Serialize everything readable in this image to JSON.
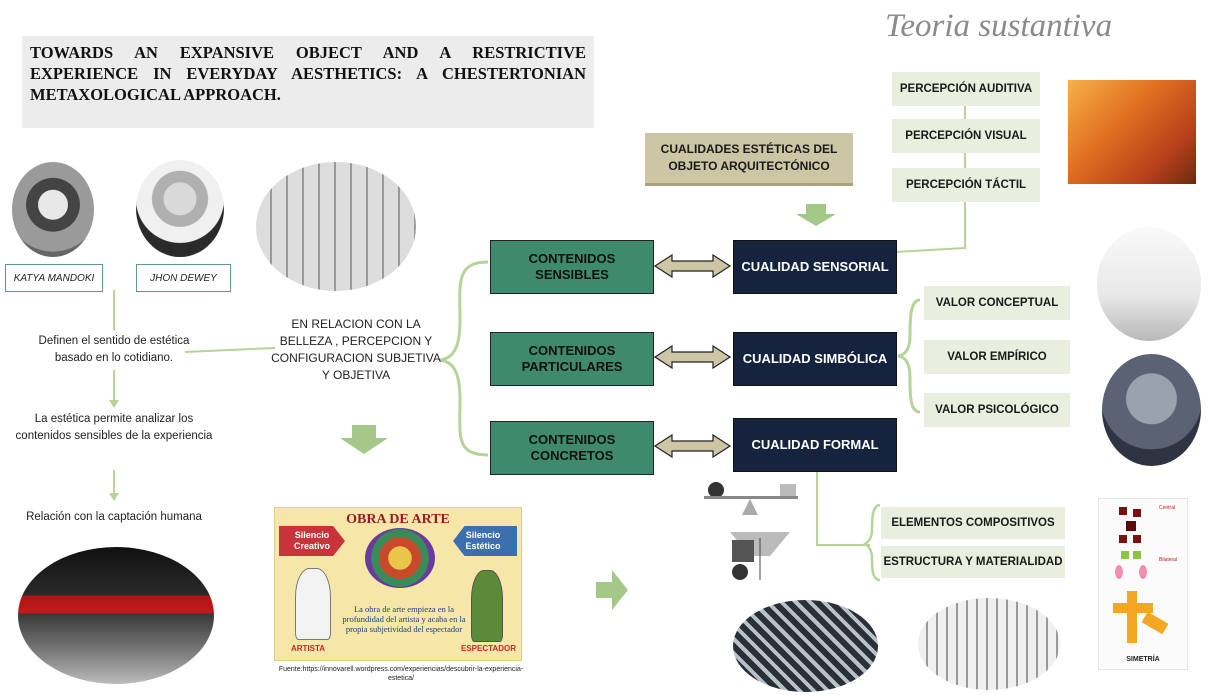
{
  "title": "TOWARDS AN EXPANSIVE OBJECT AND A RESTRICTIVE EXPERIENCE IN EVERYDAY AESTHETICS: A CHESTERTONIAN METAXOLOGICAL APPROACH.",
  "subtitle": "Teoria sustantiva",
  "authors": {
    "left": "KATYA MANDOKI",
    "right": "JHON DEWEY"
  },
  "left_flow": {
    "step1": "Definen el sentido de estética basado en lo cotidiano.",
    "step2": "La estética permite analizar los contenidos sensibles de la experiencia",
    "step3": "Relación con la captación humana"
  },
  "center_text": "EN RELACION CON LA BELLEZA , PERCEPCION Y CONFIGURACION SUBJETIVA Y OBJETIVA",
  "artwork": {
    "title": "OBRA DE ARTE",
    "left_arrow": "Silencio Creativo",
    "right_arrow": "Silencio Estético",
    "caption": "La obra de arte empieza en la profundidad del artista y acaba en la propia subjetividad del espectador",
    "label_left": "ARTISTA",
    "label_right": "ESPECTADOR",
    "source": "Fuente:https://innovarell.wordpress.com/experiencias/descubrir-la-experiencia-estetica/"
  },
  "top_box": "CUALIDADES ESTÉTICAS DEL OBJETO ARQUITECTÓNICO",
  "contenidos": [
    {
      "label": "CONTENIDOS SENSIBLES"
    },
    {
      "label": "CONTENIDOS PARTICULARES"
    },
    {
      "label": "CONTENIDOS CONCRETOS"
    }
  ],
  "cualidades": [
    {
      "label": "CUALIDAD SENSORIAL"
    },
    {
      "label": "CUALIDAD SIMBÓLICA"
    },
    {
      "label": "CUALIDAD FORMAL"
    }
  ],
  "percepciones": [
    "PERCEPCIÓN AUDITIVA",
    "PERCEPCIÓN VISUAL",
    "PERCEPCIÓN TÁCTIL"
  ],
  "valores": [
    "VALOR CONCEPTUAL",
    "VALOR EMPÍRICO",
    "VALOR PSICOLÓGICO"
  ],
  "elementos": [
    "ELEMENTOS COMPOSITIVOS",
    "ESTRUCTURA Y MATERIALIDAD"
  ],
  "symmetry": {
    "label": "SIMETRÍA",
    "central": "Central",
    "bilateral": "Bilateral"
  },
  "colors": {
    "green": "#3f8a6f",
    "navy": "#15233f",
    "pale": "#e9eedf",
    "tan": "#cdc6a5",
    "connector": "#b7d39a",
    "arrow": "#a4c887"
  }
}
